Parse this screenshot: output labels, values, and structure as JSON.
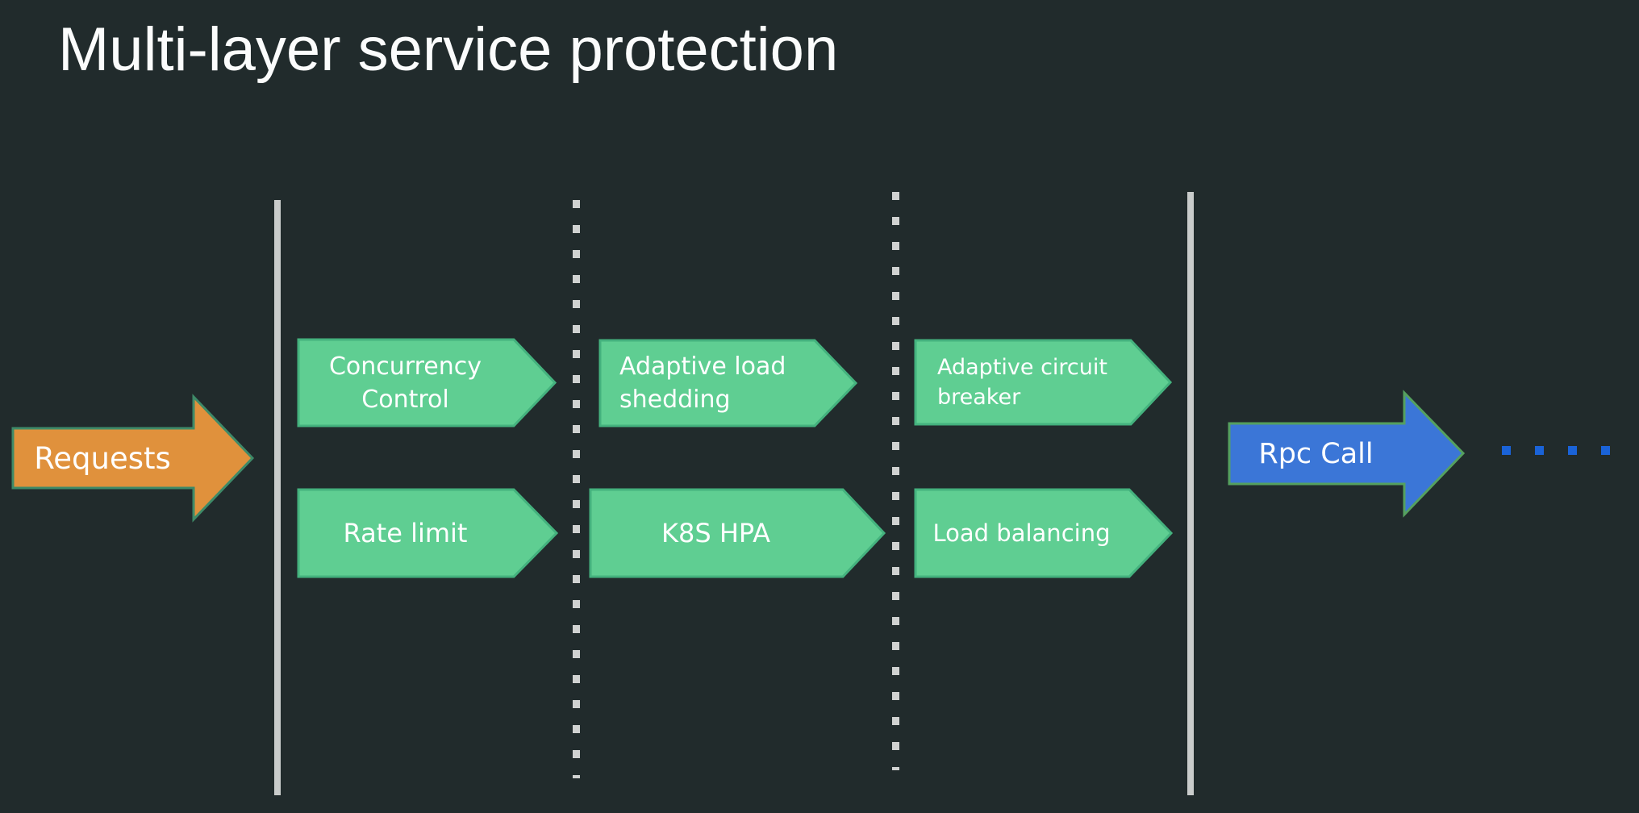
{
  "slide": {
    "title": "Multi-layer service protection"
  },
  "flow": {
    "input_label": "Requests",
    "output_label": "Rpc Call"
  },
  "stages": [
    {
      "label": "Concurrency Control",
      "lines": [
        "Concurrency",
        "Control"
      ],
      "row": "top",
      "column": 1
    },
    {
      "label": "Adaptive load shedding",
      "lines": [
        "Adaptive load",
        "shedding"
      ],
      "row": "top",
      "column": 2
    },
    {
      "label": "Adaptive circuit breaker",
      "lines": [
        "Adaptive circuit",
        "breaker"
      ],
      "row": "top",
      "column": 3
    },
    {
      "label": "Rate limit",
      "lines": [
        "Rate limit"
      ],
      "row": "bottom",
      "column": 1
    },
    {
      "label": "K8S HPA",
      "lines": [
        "K8S HPA"
      ],
      "row": "bottom",
      "column": 2
    },
    {
      "label": "Load balancing",
      "lines": [
        "Load balancing"
      ],
      "row": "bottom",
      "column": 3
    }
  ],
  "colors": {
    "background": "#212B2C",
    "stage_fill": "#5FCE92",
    "stage_border": "#44B27E",
    "input_arrow_fill": "#E0913C",
    "input_arrow_border": "#3E8A68",
    "output_arrow_fill": "#3B76D7",
    "output_arrow_border": "#55A05F",
    "boundary_line": "#C9CCCB",
    "dotted_line": "#D0D2D1",
    "trailing_dots": "#1A63D8",
    "text": "#FFFFFF"
  }
}
